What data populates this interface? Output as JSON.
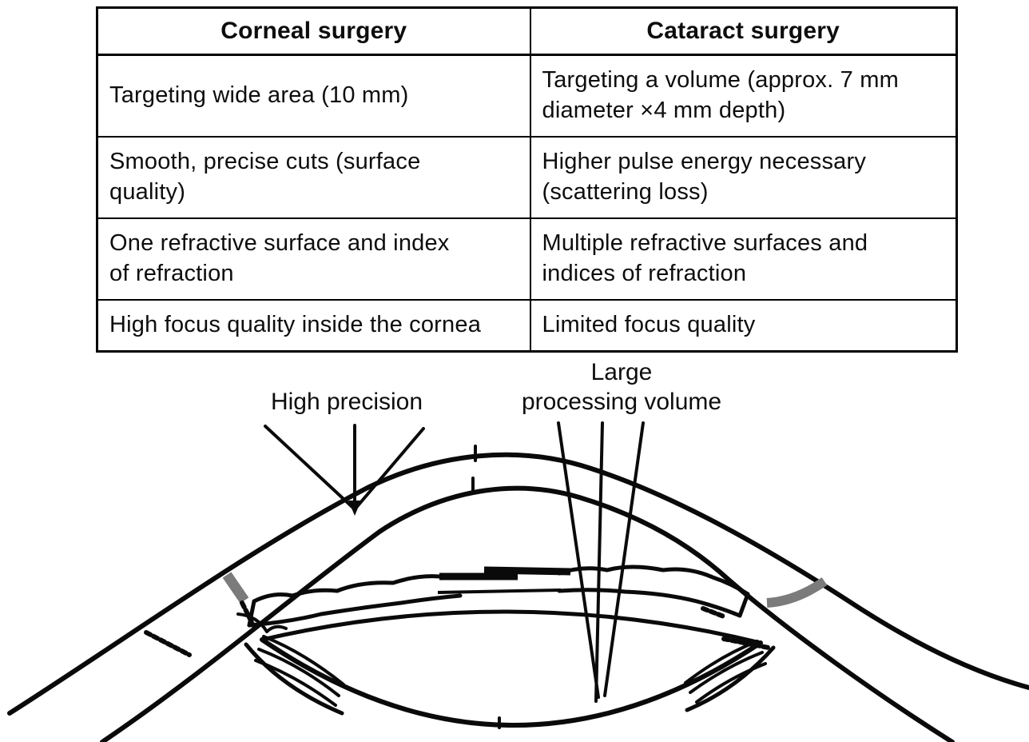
{
  "table": {
    "headers": [
      "Corneal surgery",
      "Cataract surgery"
    ],
    "rows": [
      [
        "Targeting wide area (10 mm)",
        "Targeting a volume (approx. 7 mm\ndiameter ×4 mm depth)"
      ],
      [
        "Smooth, precise cuts (surface\nquality)",
        "Higher pulse energy necessary\n(scattering loss)"
      ],
      [
        "One refractive surface and index\nof refraction",
        "Multiple refractive surfaces and\nindices of refraction"
      ],
      [
        "High focus quality inside the cornea",
        "Limited focus quality"
      ]
    ]
  },
  "diagram": {
    "label_left": "High precision",
    "label_right_lines": [
      "Large",
      "processing volume"
    ]
  },
  "colors": {
    "ink": "#0a0a0a",
    "limbus_gray": "#7b7b7b",
    "background": "#ffffff"
  }
}
